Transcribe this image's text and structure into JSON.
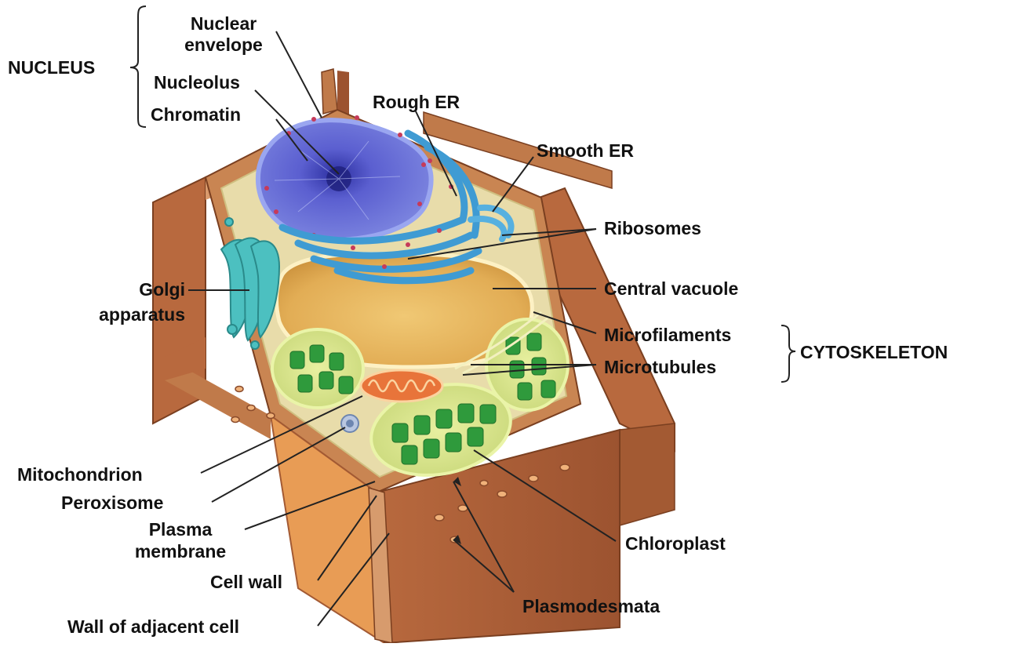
{
  "labels": {
    "nucleus_group": "NUCLEUS",
    "nuclear_envelope_1": "Nuclear",
    "nuclear_envelope_2": "envelope",
    "nucleolus": "Nucleolus",
    "chromatin": "Chromatin",
    "rough_er": "Rough ER",
    "smooth_er": "Smooth ER",
    "ribosomes": "Ribosomes",
    "golgi_1": "Golgi",
    "golgi_2": "apparatus",
    "central_vacuole": "Central vacuole",
    "microfilaments": "Microfilaments",
    "microtubules": "Microtubules",
    "cytoskeleton_group": "CYTOSKELETON",
    "mitochondrion": "Mitochondrion",
    "peroxisome": "Peroxisome",
    "plasma_membrane_1": "Plasma",
    "plasma_membrane_2": "membrane",
    "chloroplast": "Chloroplast",
    "cell_wall": "Cell wall",
    "plasmodesmata": "Plasmodesmata",
    "wall_adjacent": "Wall of adjacent cell"
  },
  "colors": {
    "wall": "#b8693e",
    "wall_light": "#d99a6c",
    "wall_dark": "#8a4a2a",
    "cytoplasm": "#e9dcb0",
    "nucleus": "#6a6fd8",
    "er": "#3f9bd3",
    "vacuole": "#e6b65a",
    "chloroplast": "#3aa24a",
    "mitochondrion": "#e8743a",
    "golgi": "#3fb0b0",
    "leader": "#222222"
  }
}
